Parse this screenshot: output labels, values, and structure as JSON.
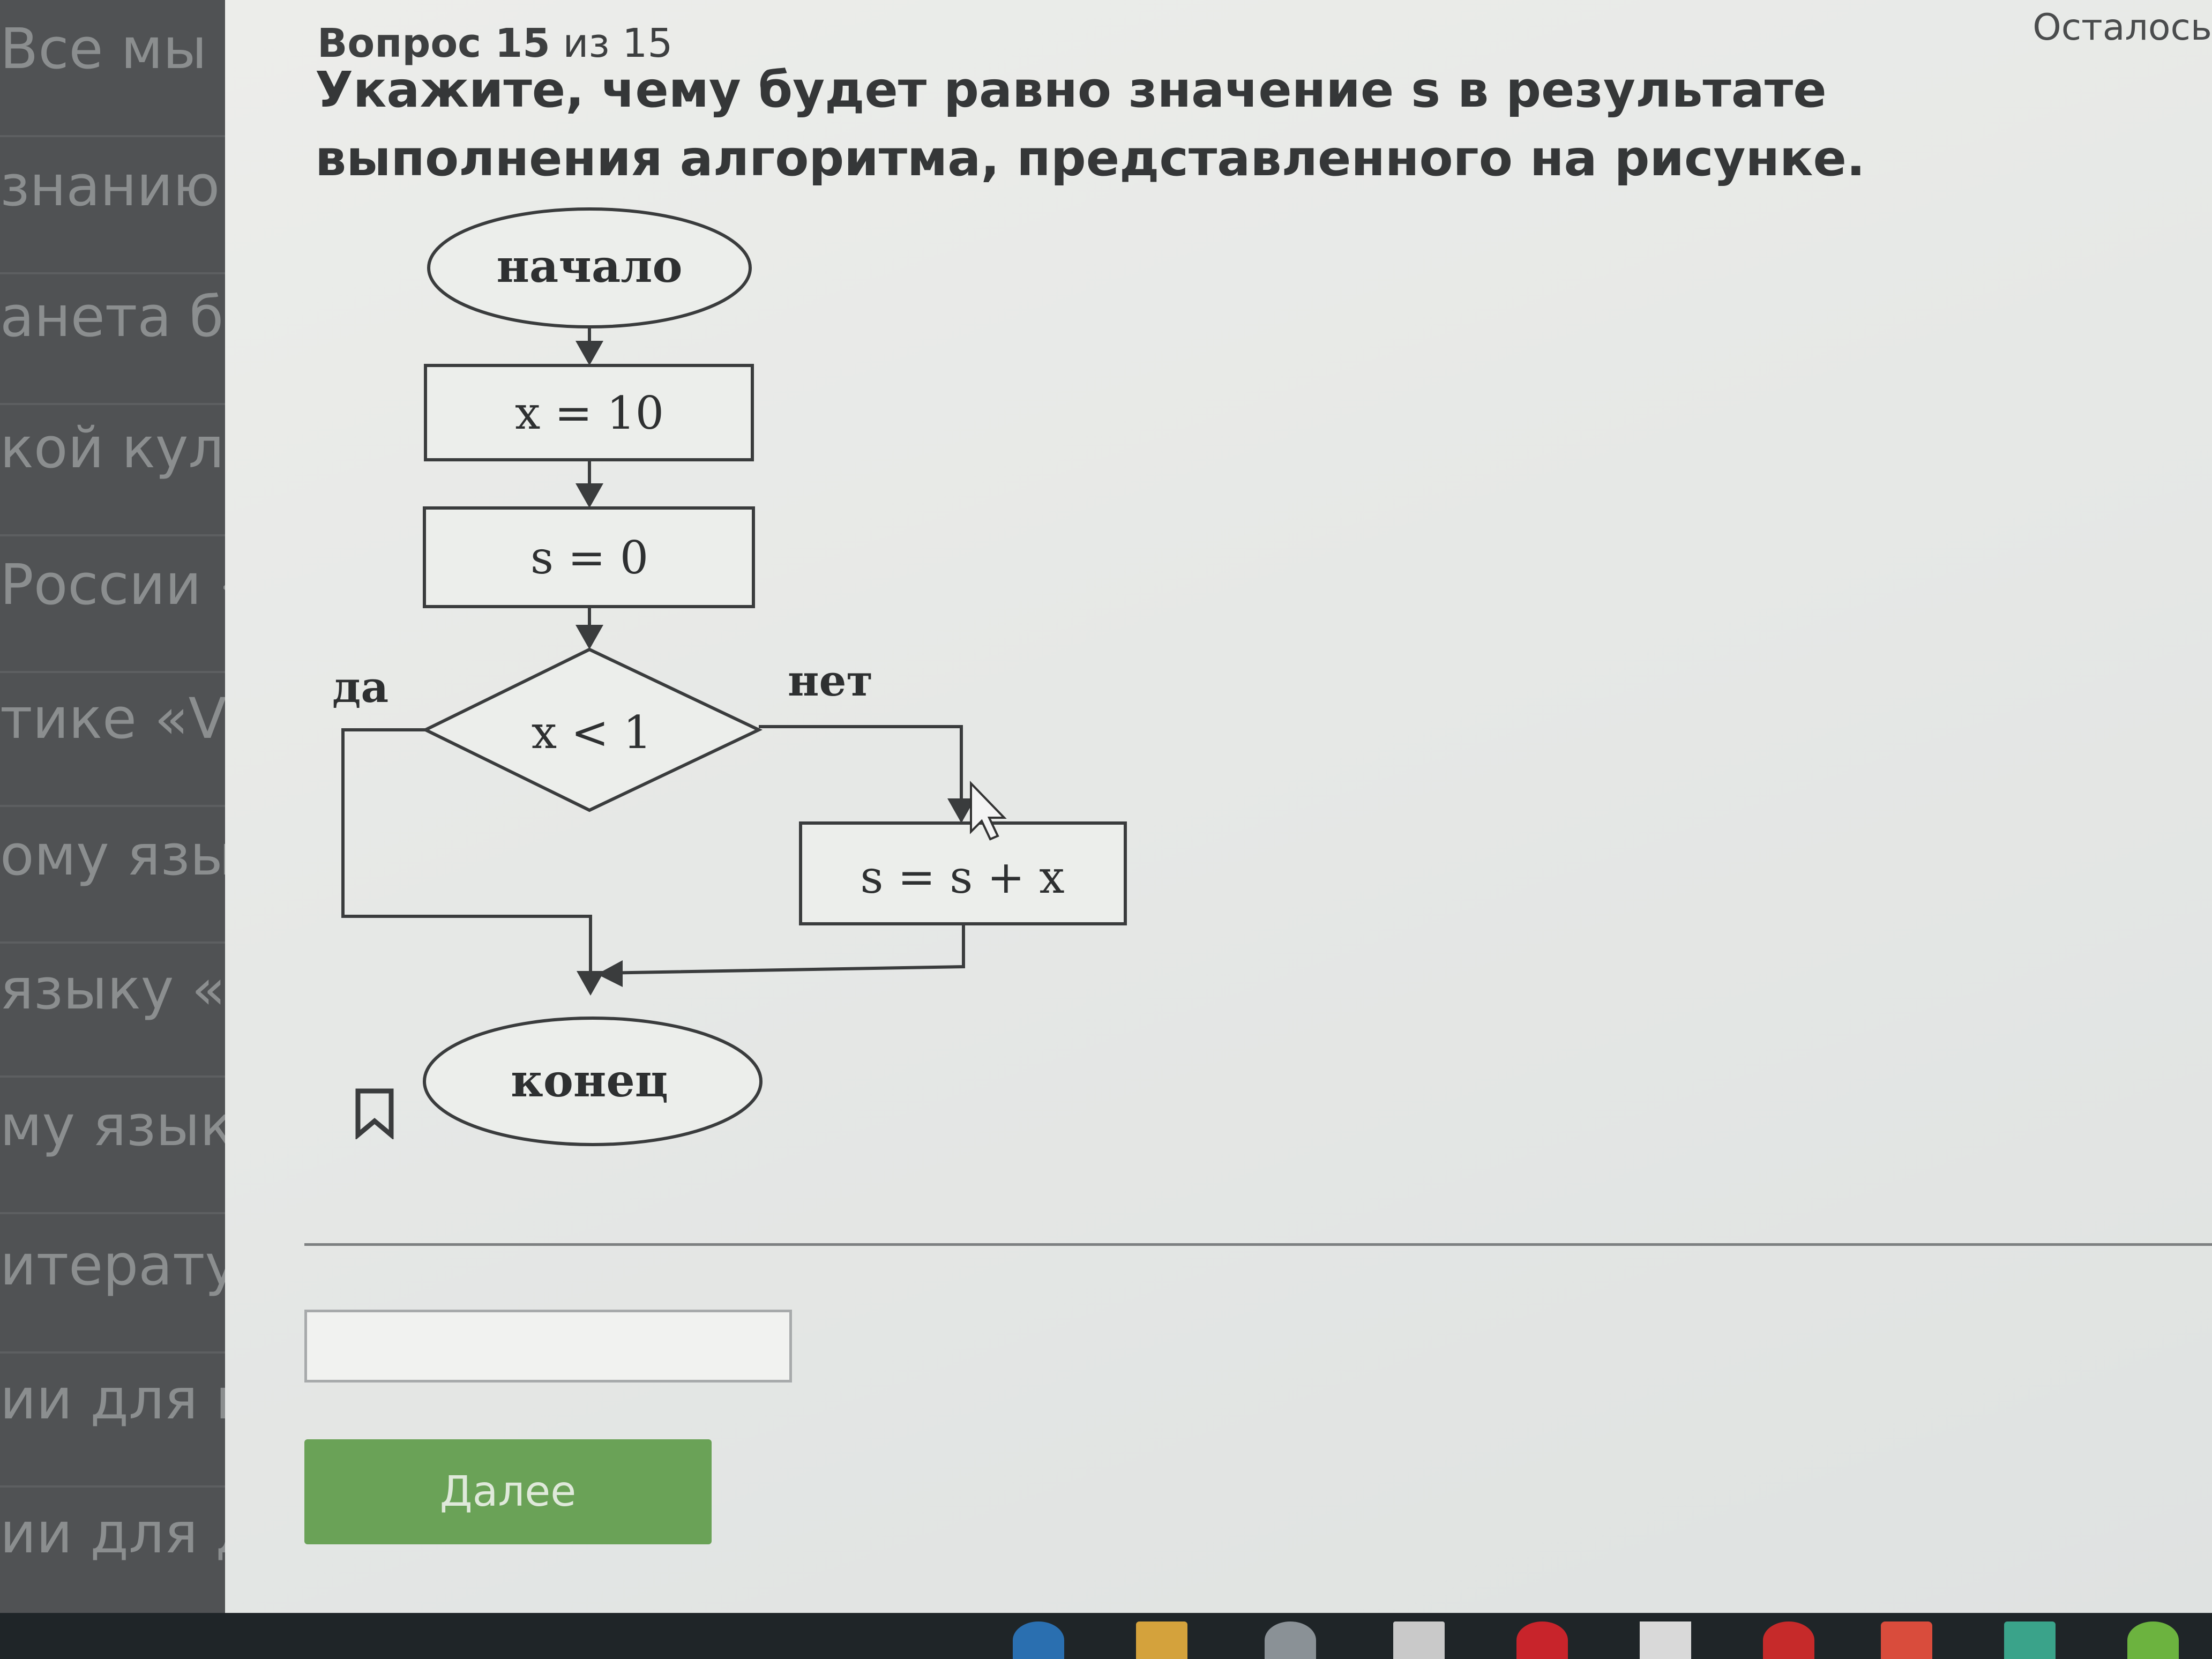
{
  "sidebar": {
    "items": [
      {
        "label": "Все мы -"
      },
      {
        "label": "знанию «"
      },
      {
        "label": "анета бе"
      },
      {
        "label": "кой культ"
      },
      {
        "label": "России «"
      },
      {
        "label": "тике «VR"
      },
      {
        "label": "ому язык"
      },
      {
        "label": "языку «"
      },
      {
        "label": "му языку"
      },
      {
        "label": "итерату"
      },
      {
        "label": "ии для м"
      },
      {
        "label": "ии для д"
      }
    ]
  },
  "header": {
    "question_word": "Вопрос 15",
    "question_total": "из 15",
    "remaining": "Осталось"
  },
  "question": {
    "text": "Укажите, чему будет равно значение s в результате выполнения алгоритма, представленного на рисунке."
  },
  "flowchart": {
    "start": "начало",
    "step1": "x = 10",
    "step2": "s = 0",
    "condition": "x < 1",
    "yes_label": "да",
    "no_label": "нет",
    "step3": "s = s + x",
    "end": "конец"
  },
  "answer": {
    "value": "",
    "placeholder": ""
  },
  "next_button": {
    "label": "Далее"
  },
  "taskbar": {
    "icons": [
      {
        "name": "browser-icon",
        "color": "#2a6fb0"
      },
      {
        "name": "folder-icon",
        "color": "#d4a23c"
      },
      {
        "name": "search-icon",
        "color": "#8a9196"
      },
      {
        "name": "document-icon",
        "color": "#c9c9c9"
      },
      {
        "name": "opera-icon",
        "color": "#c8242b"
      },
      {
        "name": "mail-icon",
        "color": "#d9d9d9"
      },
      {
        "name": "antivirus-icon",
        "color": "#c62a2a"
      },
      {
        "name": "yandex-icon",
        "color": "#d94c3c"
      },
      {
        "name": "chart-app-icon",
        "color": "#3aa38a"
      },
      {
        "name": "phone-icon",
        "color": "#6cb33f"
      }
    ]
  }
}
